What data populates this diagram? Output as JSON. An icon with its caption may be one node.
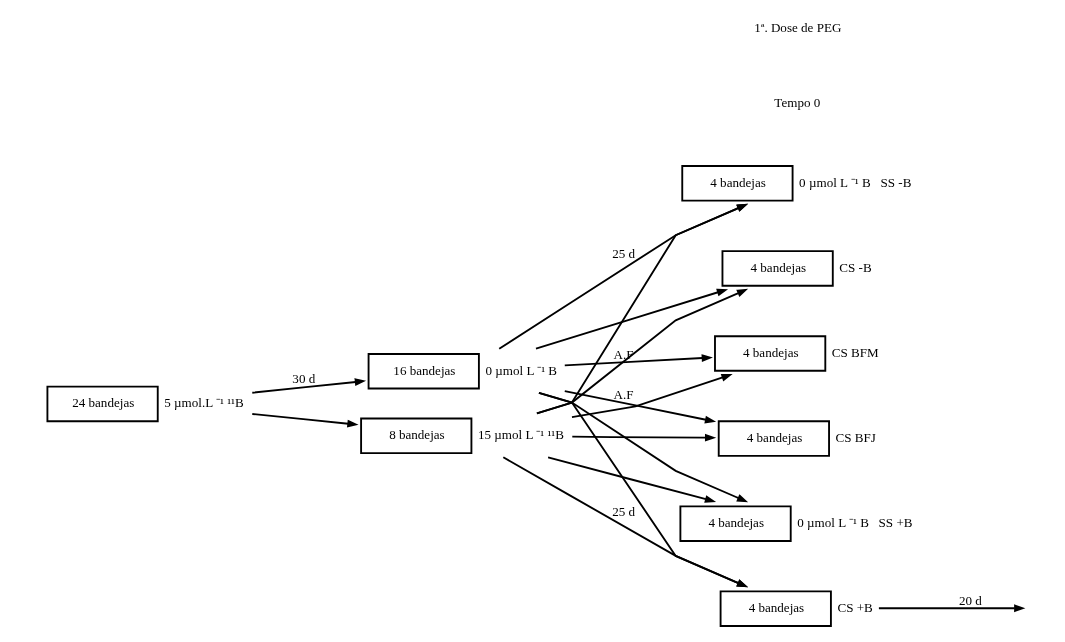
{
  "diagram": {
    "nodes": [
      {
        "text": [
          "24 bandejas"
        ],
        "beside": [
          "5 µmol.L ⁻¹ ¹¹B"
        ]
      },
      {
        "text": [
          "16 bandejas"
        ],
        "beside": [
          "0 µmol L ⁻¹ B"
        ]
      },
      {
        "text": [
          "8 bandejas"
        ],
        "beside": [
          "15 µmol L ⁻¹ ¹¹B"
        ]
      },
      {
        "text": [
          "4 bandejas"
        ],
        "beside": [
          "0 µmol L ⁻¹ B",
          "SS -B"
        ]
      },
      {
        "text": [
          "4 bandejas"
        ],
        "beside": [
          "CS -B"
        ]
      },
      {
        "text": [
          "4 bandejas"
        ],
        "beside": [
          "CS BFM"
        ]
      },
      {
        "text": [
          "4 bandejas"
        ],
        "beside": [
          "CS BFJ"
        ]
      },
      {
        "text": [
          "4 bandejas"
        ],
        "beside": [
          "0 µmol L ⁻¹ B",
          "SS +B"
        ]
      },
      {
        "text": [
          "4 bandejas"
        ],
        "beside": [
          "CS +B"
        ]
      }
    ],
    "edges": [
      {
        "from": 0,
        "to": 1,
        "arrow": "to",
        "label": "30 d"
      },
      {
        "from": 0,
        "to": 2,
        "arrow": "to"
      },
      {
        "from": 1,
        "to": 3,
        "arrow": "to",
        "label": "25 d"
      },
      {
        "from": 1,
        "to": 4,
        "arrow": "to"
      },
      {
        "from": 1,
        "to": 5,
        "arrow": "to",
        "label": "A.F"
      },
      {
        "from": 1,
        "to": 6,
        "arrow": "to",
        "label": "A.F"
      },
      {
        "from": 1,
        "to": 7,
        "arrow": "to"
      },
      {
        "from": 1,
        "to": 8,
        "arrow": "to"
      },
      {
        "from": 2,
        "to": 3,
        "arrow": "to"
      },
      {
        "from": 2,
        "to": 4,
        "arrow": "to"
      },
      {
        "from": 2,
        "to": 5,
        "arrow": "to"
      },
      {
        "from": 2,
        "to": 6,
        "arrow": "to"
      },
      {
        "from": 2,
        "to": 7,
        "arrow": "to"
      },
      {
        "from": 2,
        "to": 8,
        "arrow": "to",
        "label": "25 d"
      },
      {
        "from": 8,
        "to": null,
        "arrow": "to",
        "label": "20 d"
      }
    ],
    "labels": [
      "1ª. Dose de PEG",
      "Tempo 0"
    ]
  }
}
